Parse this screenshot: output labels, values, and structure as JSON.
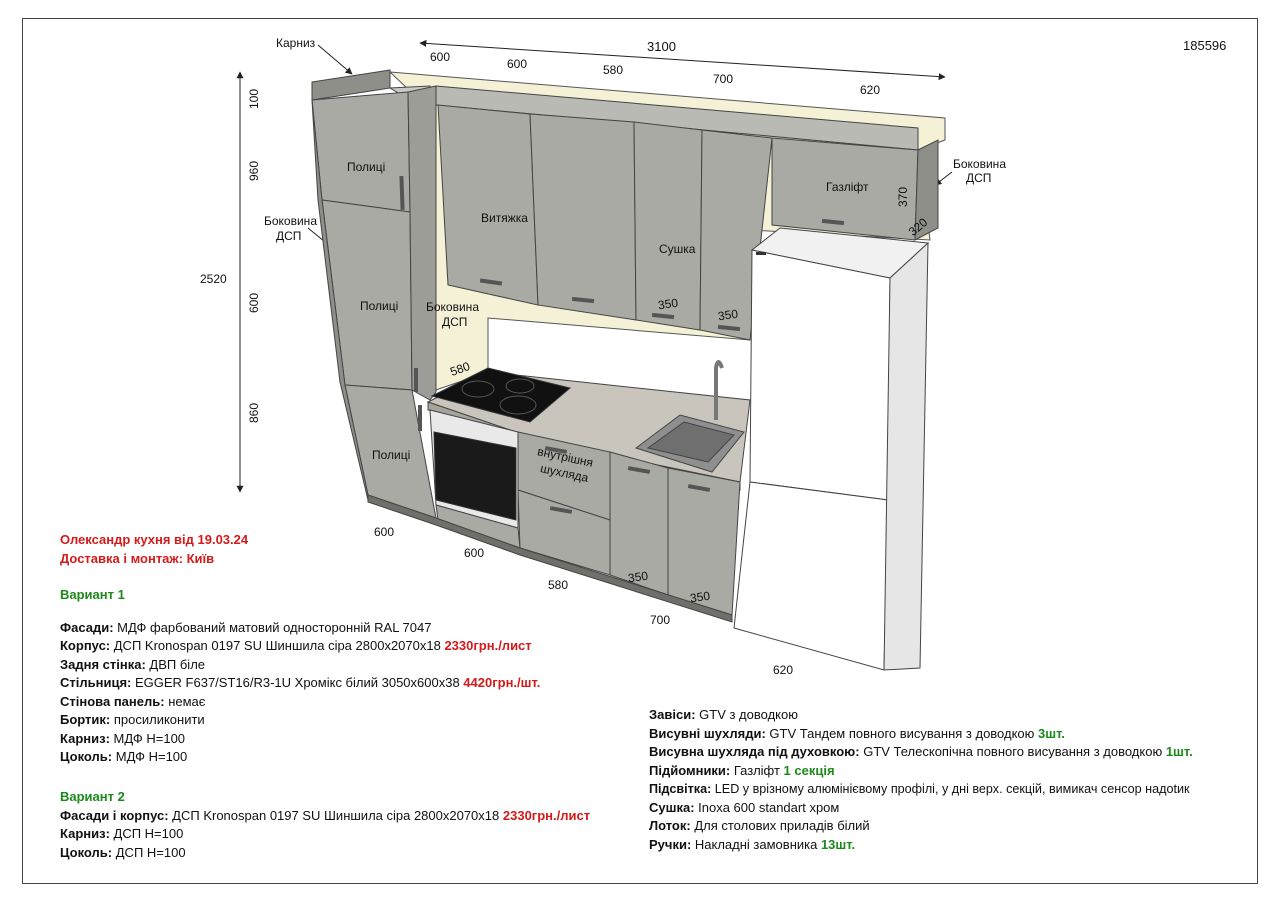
{
  "sheet_number": "185596",
  "drawing_labels": {
    "cornice": "Карниз",
    "total_width": "3100",
    "top_dims": [
      "600",
      "600",
      "580",
      "700",
      "620"
    ],
    "side_panel_left": [
      "Боковина",
      "ДСП"
    ],
    "side_panel_right": [
      "Боковина",
      "ДСП"
    ],
    "side_panel_mid": [
      "Боковина",
      "ДСП"
    ],
    "shelves": "Полиці",
    "hood": "Витяжка",
    "dryer": "Сушка",
    "gas_lift": "Газліфт",
    "inner_drawer": [
      "внутрішня",
      "шухляда"
    ],
    "total_height": "2520",
    "vert_dims": [
      "100",
      "960",
      "600",
      "860"
    ],
    "dim_370": "370",
    "dim_320": "320",
    "dim_350": "350",
    "dim_580": "580",
    "bottom_dims": [
      "600",
      "600",
      "580",
      "700",
      "620"
    ]
  },
  "header": {
    "title": "Олександр кухня від 19.03.24",
    "delivery": "Доставка і монтаж: Київ"
  },
  "variant1": {
    "title": "Вариант 1",
    "rows": [
      {
        "label": "Фасади:",
        "value": " МДФ фарбований матовий односторонній RAL 7047",
        "price": ""
      },
      {
        "label": "Корпус:",
        "value": " ДСП Kronospan 0197 SU Шиншила сіра 2800х2070х18 ",
        "price": "2330грн./лист"
      },
      {
        "label": "Задня стінка:",
        "value": " ДВП біле",
        "price": ""
      },
      {
        "label": "Стільниця:",
        "value": " EGGER F637/ST16/R3-1U Хромікс білий 3050х600х38 ",
        "price": "4420грн./шт."
      },
      {
        "label": "Стінова панель:",
        "value": " немає",
        "price": ""
      },
      {
        "label": "Бортик:",
        "value": " просиликонити",
        "price": ""
      },
      {
        "label": "Карниз:",
        "value": " МДФ H=100",
        "price": ""
      },
      {
        "label": "Цоколь:",
        "value": " МДФ H=100",
        "price": ""
      }
    ]
  },
  "variant2": {
    "title": "Вариант 2",
    "rows": [
      {
        "label": "Фасади і корпус:",
        "value": " ДСП Kronospan 0197 SU Шиншила сіра 2800х2070х18 ",
        "price": "2330грн./лист"
      },
      {
        "label": "Карниз:",
        "value": " ДСП H=100",
        "price": ""
      },
      {
        "label": "Цоколь:",
        "value": " ДСП H=100",
        "price": ""
      }
    ]
  },
  "hardware": {
    "rows": [
      {
        "label": "Завіси:",
        "value": " GTV з доводкою",
        "qty": ""
      },
      {
        "label": "Висувні шухляди:",
        "value": " GTV Тандем повного висування з доводкою ",
        "qty": "3шт."
      },
      {
        "label": "Висувна шухляда під духовкою:",
        "value": " GTV Телескопічна повного висування з доводкою ",
        "qty": "1шт."
      },
      {
        "label": "Підйомники:",
        "value": " Газліфт ",
        "qty": "1 секція"
      },
      {
        "label": "Підсвітка:",
        "value": " LED у врізному алюмінієвому профілі, у дні верх. секцій, вимикач сенсор надоtик",
        "qty": ""
      },
      {
        "label": "Сушка:",
        "value": " Inoxa 600 standart хром",
        "qty": ""
      },
      {
        "label": "Лоток:",
        "value": " Для столових приладів білий",
        "qty": ""
      },
      {
        "label": "Ручки:",
        "value": " Накладні замовника ",
        "qty": "13шт."
      }
    ]
  },
  "colors": {
    "facade": "#a9aaa3",
    "facade_dark": "#8e8f88",
    "backwall": "#f4f1d6",
    "countertop": "#c9c4bc",
    "red": "#d41a1a",
    "green": "#1b8a1b"
  }
}
